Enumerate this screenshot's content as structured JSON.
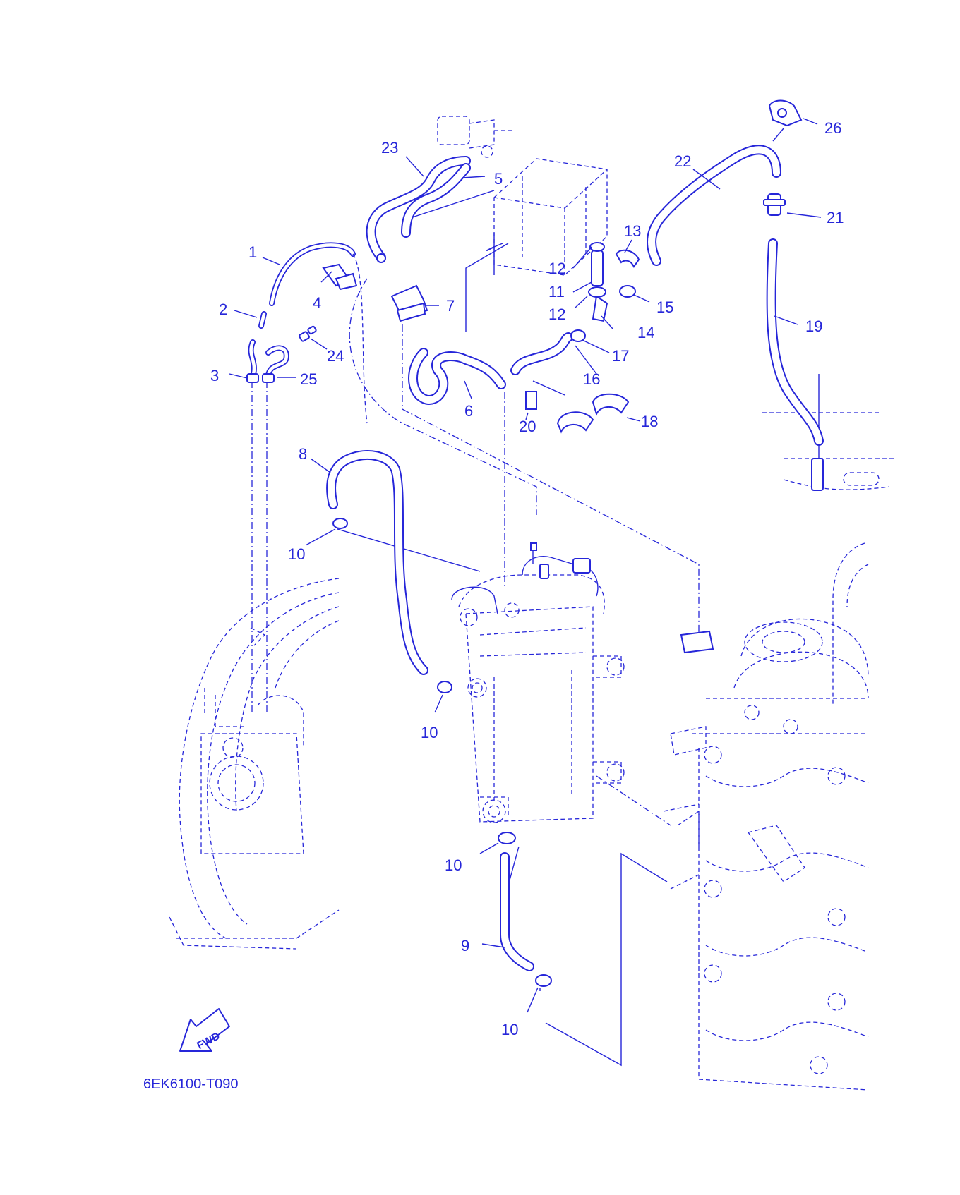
{
  "diagram": {
    "ink_color": "#2626d9",
    "background": "#ffffff",
    "drawing_code": "6EK6100-T090",
    "fwd_label": "FWD",
    "callouts": {
      "c1": "1",
      "c2": "2",
      "c3": "3",
      "c4": "4",
      "c5": "5",
      "c6": "6",
      "c7": "7",
      "c8": "8",
      "c9": "9",
      "c10a": "10",
      "c10b": "10",
      "c10c": "10",
      "c10d": "10",
      "c11": "11",
      "c12a": "12",
      "c12b": "12",
      "c13": "13",
      "c14": "14",
      "c15": "15",
      "c16": "16",
      "c17": "17",
      "c18": "18",
      "c19": "19",
      "c20": "20",
      "c21": "21",
      "c22": "22",
      "c23": "23",
      "c24": "24",
      "c25": "25",
      "c26": "26"
    }
  }
}
